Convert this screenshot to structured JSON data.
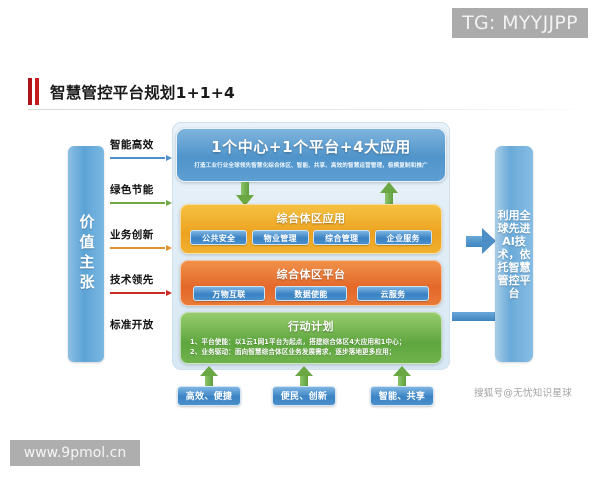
{
  "watermarks": {
    "telegram": "TG: MYYJJPP",
    "site": "www.9pmol.cn",
    "sohu": "搜狐号@无忧知识星球"
  },
  "header": {
    "title": "智慧管控平台规划1+1+4"
  },
  "diagram": {
    "left_column": {
      "label": "价值主张"
    },
    "value_propositions": [
      {
        "label": "智能高效",
        "color": "#4e8fc7"
      },
      {
        "label": "绿色节能",
        "color": "#6fa844"
      },
      {
        "label": "业务创新",
        "color": "#e0922f"
      },
      {
        "label": "技术领先",
        "color": "#cc2a25"
      },
      {
        "label": "标准开放",
        "color": "#4e8fc7"
      }
    ],
    "right_column": {
      "label": "利用全球先进AI技术，依托智慧管控平台"
    },
    "center_header": {
      "title": "1个中心+1个平台+4大应用",
      "subtitle": "打造工业行业全球领先智慧化综合体区、智能、共享、高效的智慧运营管理，极模复制和推广"
    },
    "bands": [
      {
        "title": "综合体区应用",
        "color": "#eda220",
        "chips": [
          "公共安全",
          "物业管理",
          "综合管理",
          "企业服务"
        ]
      },
      {
        "title": "综合体区平台",
        "color": "#e4682a",
        "chips": [
          "万物互联",
          "数据使能",
          "云服务"
        ]
      }
    ],
    "action_plan": {
      "title": "行动计划",
      "color": "#5fa63f",
      "lines": [
        "1、平台使能：以1云1网1平台为起点，搭建综合体区4大应用和1中心；",
        "2、业务驱动：面向智慧综合体区业务发展需求，逐步落地更多应用；"
      ]
    },
    "outcomes": [
      "高效、便捷",
      "便民、创新",
      "智能、共享"
    ]
  }
}
